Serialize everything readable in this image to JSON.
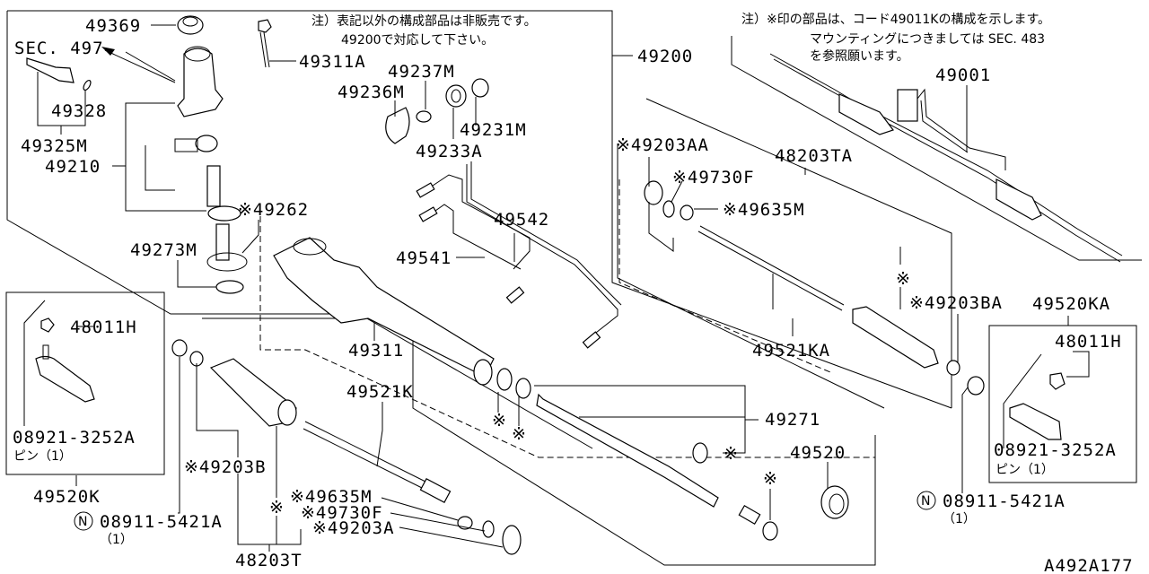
{
  "diagram": {
    "type": "exploded-parts-diagram",
    "subject": "Power steering gear & linkage",
    "figure_code": "A492A177",
    "notes": {
      "left_line1": "注）表記以外の構成部品は非販売です。",
      "left_line2": "49200で対応して下さい。",
      "right_line1": "注）※印の部品は、コード49011Kの構成を示します。",
      "right_line2": "マウンティングにつきましては SEC. 483",
      "right_line3": "を参照願います。"
    },
    "labels": {
      "p49369": "49369",
      "sec497": "SEC. 497",
      "p49311A": "49311A",
      "p49328": "49328",
      "p49325M": "49325M",
      "p49210": "49210",
      "p49262": "※49262",
      "p49273M": "49273M",
      "p49237M": "49237M",
      "p49236M": "49236M",
      "p49231M": "49231M",
      "p49233A": "49233A",
      "p49200": "49200",
      "p49542": "49542",
      "p49541": "49541",
      "p49311": "49311",
      "p49001": "49001",
      "p49203AA": "※49203AA",
      "p48203TA": "48203TA",
      "p49730F_r": "※49730F",
      "p49635M_r": "※49635M",
      "p49203BA": "※49203BA",
      "p49521KA": "49521KA",
      "p49520KA": "49520KA",
      "p48011H_r": "48011H",
      "p08921_r": "08921-3252A",
      "pin_r": "ピン（1）",
      "p08911_r": "08911-5421A",
      "qty_r": "（1）",
      "p48011H_l": "48011H",
      "p08921_l": "08921-3252A",
      "pin_l": "ピン（1）",
      "p49520K": "49520K",
      "p08911_l": "08911-5421A",
      "qty_l": "（1）",
      "p49203B": "※49203B",
      "p49521K": "49521K",
      "p49635M_l": "※49635M",
      "p49730F_l": "※49730F",
      "p49203A": "※49203A",
      "p48203T": "48203T",
      "p49271": "49271",
      "p49520": "49520",
      "star": "※",
      "n_mark": "N"
    }
  }
}
